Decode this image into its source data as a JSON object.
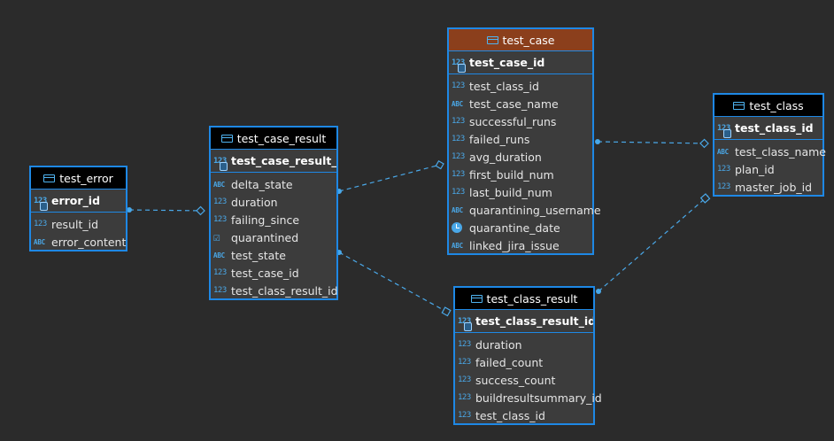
{
  "entities": {
    "test_error": {
      "title": "test_error",
      "pk": {
        "icon": "123",
        "name": "error_id"
      },
      "columns": [
        {
          "icon": "123",
          "name": "result_id"
        },
        {
          "icon": "ABC",
          "name": "error_content"
        }
      ]
    },
    "test_case_result": {
      "title": "test_case_result",
      "pk": {
        "icon": "123",
        "name": "test_case_result_..."
      },
      "columns": [
        {
          "icon": "ABC",
          "name": "delta_state"
        },
        {
          "icon": "123",
          "name": "duration"
        },
        {
          "icon": "123",
          "name": "failing_since"
        },
        {
          "icon": "check",
          "name": "quarantined"
        },
        {
          "icon": "ABC",
          "name": "test_state"
        },
        {
          "icon": "123",
          "name": "test_case_id"
        },
        {
          "icon": "123",
          "name": "test_class_result_id"
        }
      ]
    },
    "test_case": {
      "title": "test_case",
      "pk": {
        "icon": "123",
        "name": "test_case_id"
      },
      "columns": [
        {
          "icon": "123",
          "name": "test_class_id"
        },
        {
          "icon": "ABC",
          "name": "test_case_name"
        },
        {
          "icon": "123",
          "name": "successful_runs"
        },
        {
          "icon": "123",
          "name": "failed_runs"
        },
        {
          "icon": "123",
          "name": "avg_duration"
        },
        {
          "icon": "123",
          "name": "first_build_num"
        },
        {
          "icon": "123",
          "name": "last_build_num"
        },
        {
          "icon": "ABC",
          "name": "quarantining_username"
        },
        {
          "icon": "clock",
          "name": "quarantine_date"
        },
        {
          "icon": "ABC",
          "name": "linked_jira_issue"
        }
      ]
    },
    "test_class": {
      "title": "test_class",
      "pk": {
        "icon": "123",
        "name": "test_class_id"
      },
      "columns": [
        {
          "icon": "ABC",
          "name": "test_class_name"
        },
        {
          "icon": "123",
          "name": "plan_id"
        },
        {
          "icon": "123",
          "name": "master_job_id"
        }
      ]
    },
    "test_class_result": {
      "title": "test_class_result",
      "pk": {
        "icon": "123",
        "name": "test_class_result_id"
      },
      "columns": [
        {
          "icon": "123",
          "name": "duration"
        },
        {
          "icon": "123",
          "name": "failed_count"
        },
        {
          "icon": "123",
          "name": "success_count"
        },
        {
          "icon": "123",
          "name": "buildresultsummary_id"
        },
        {
          "icon": "123",
          "name": "test_class_id"
        }
      ]
    }
  },
  "relations": [
    {
      "from": "test_error",
      "to": "test_case_result"
    },
    {
      "from": "test_case_result",
      "to": "test_case"
    },
    {
      "from": "test_case",
      "to": "test_class"
    },
    {
      "from": "test_case_result",
      "to": "test_class_result"
    },
    {
      "from": "test_class_result",
      "to": "test_class"
    }
  ],
  "colors": {
    "background": "#2b2b2b",
    "entity_border": "#1e88e5",
    "header": "#000000",
    "selected_header": "#8b3f1c",
    "link": "#4aa8e8"
  }
}
